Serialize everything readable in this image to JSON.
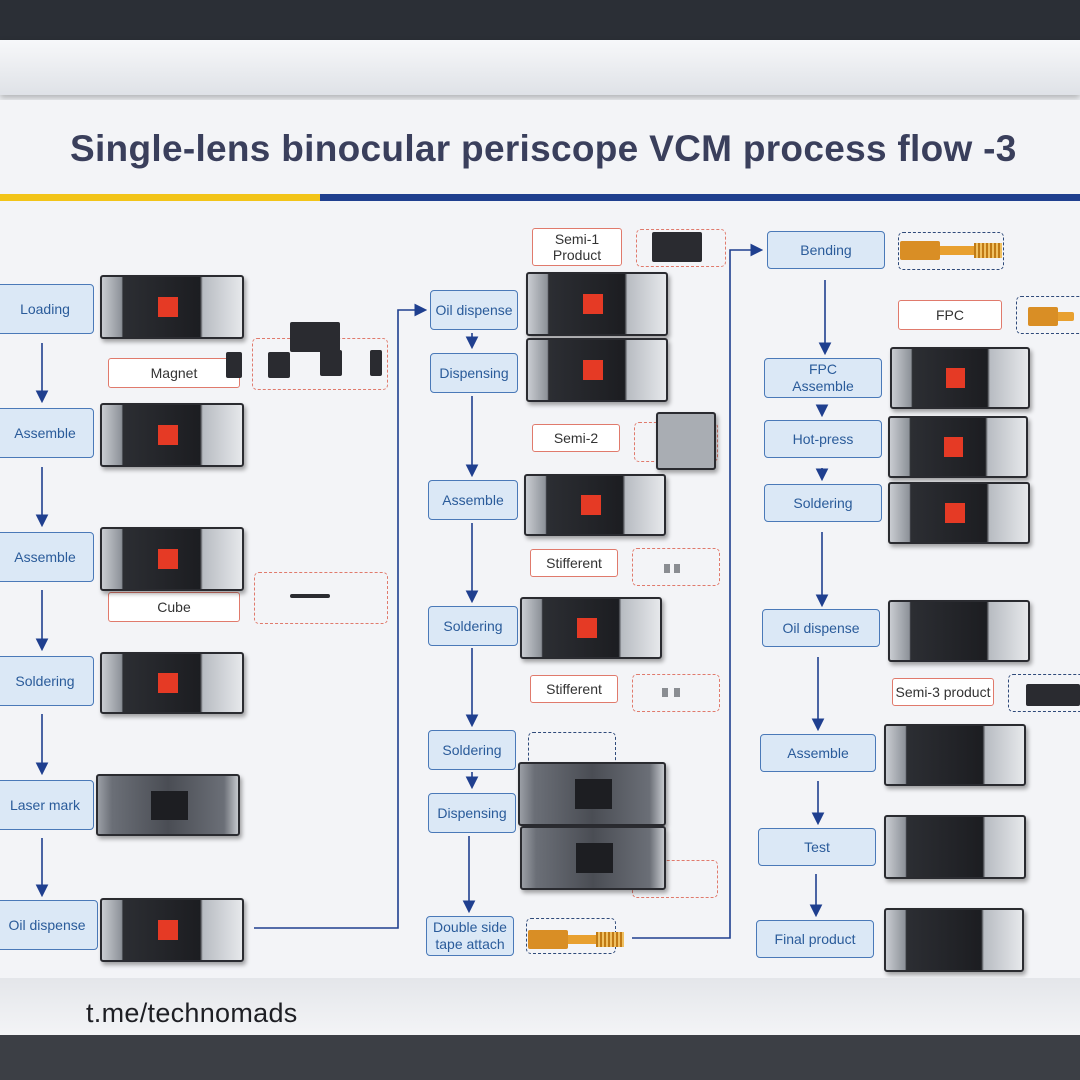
{
  "header": {
    "title": "Single-lens binocular periscope VCM process flow -3"
  },
  "colors": {
    "accent_blue": "#1f3f8f",
    "accent_yellow": "#f2c418",
    "step_fill": "#dbe8f6",
    "step_border": "#4a79b8",
    "note_border": "#e07a6c"
  },
  "flow_col1": {
    "steps": [
      "Loading",
      "Assemble",
      "Assemble",
      "Soldering",
      "Laser mark",
      "Oil dispense"
    ],
    "notes": [
      "Magnet",
      "Cube"
    ]
  },
  "flow_col2": {
    "steps": [
      "Oil dispense",
      "Dispensing",
      "Assemble",
      "Soldering",
      "Soldering",
      "Dispensing",
      "Double side\ntape attach"
    ],
    "notes": [
      "Semi-1\nProduct",
      "Semi-2",
      "Stifferent",
      "Stifferent"
    ]
  },
  "flow_col3": {
    "steps": [
      "Bending",
      "FPC\nAssemble",
      "Hot-press",
      "Soldering",
      "Oil dispense",
      "Assemble",
      "Test",
      "Final product"
    ],
    "notes": [
      "FPC",
      "Semi-3 product"
    ]
  },
  "watermark": "t.me/technomads"
}
